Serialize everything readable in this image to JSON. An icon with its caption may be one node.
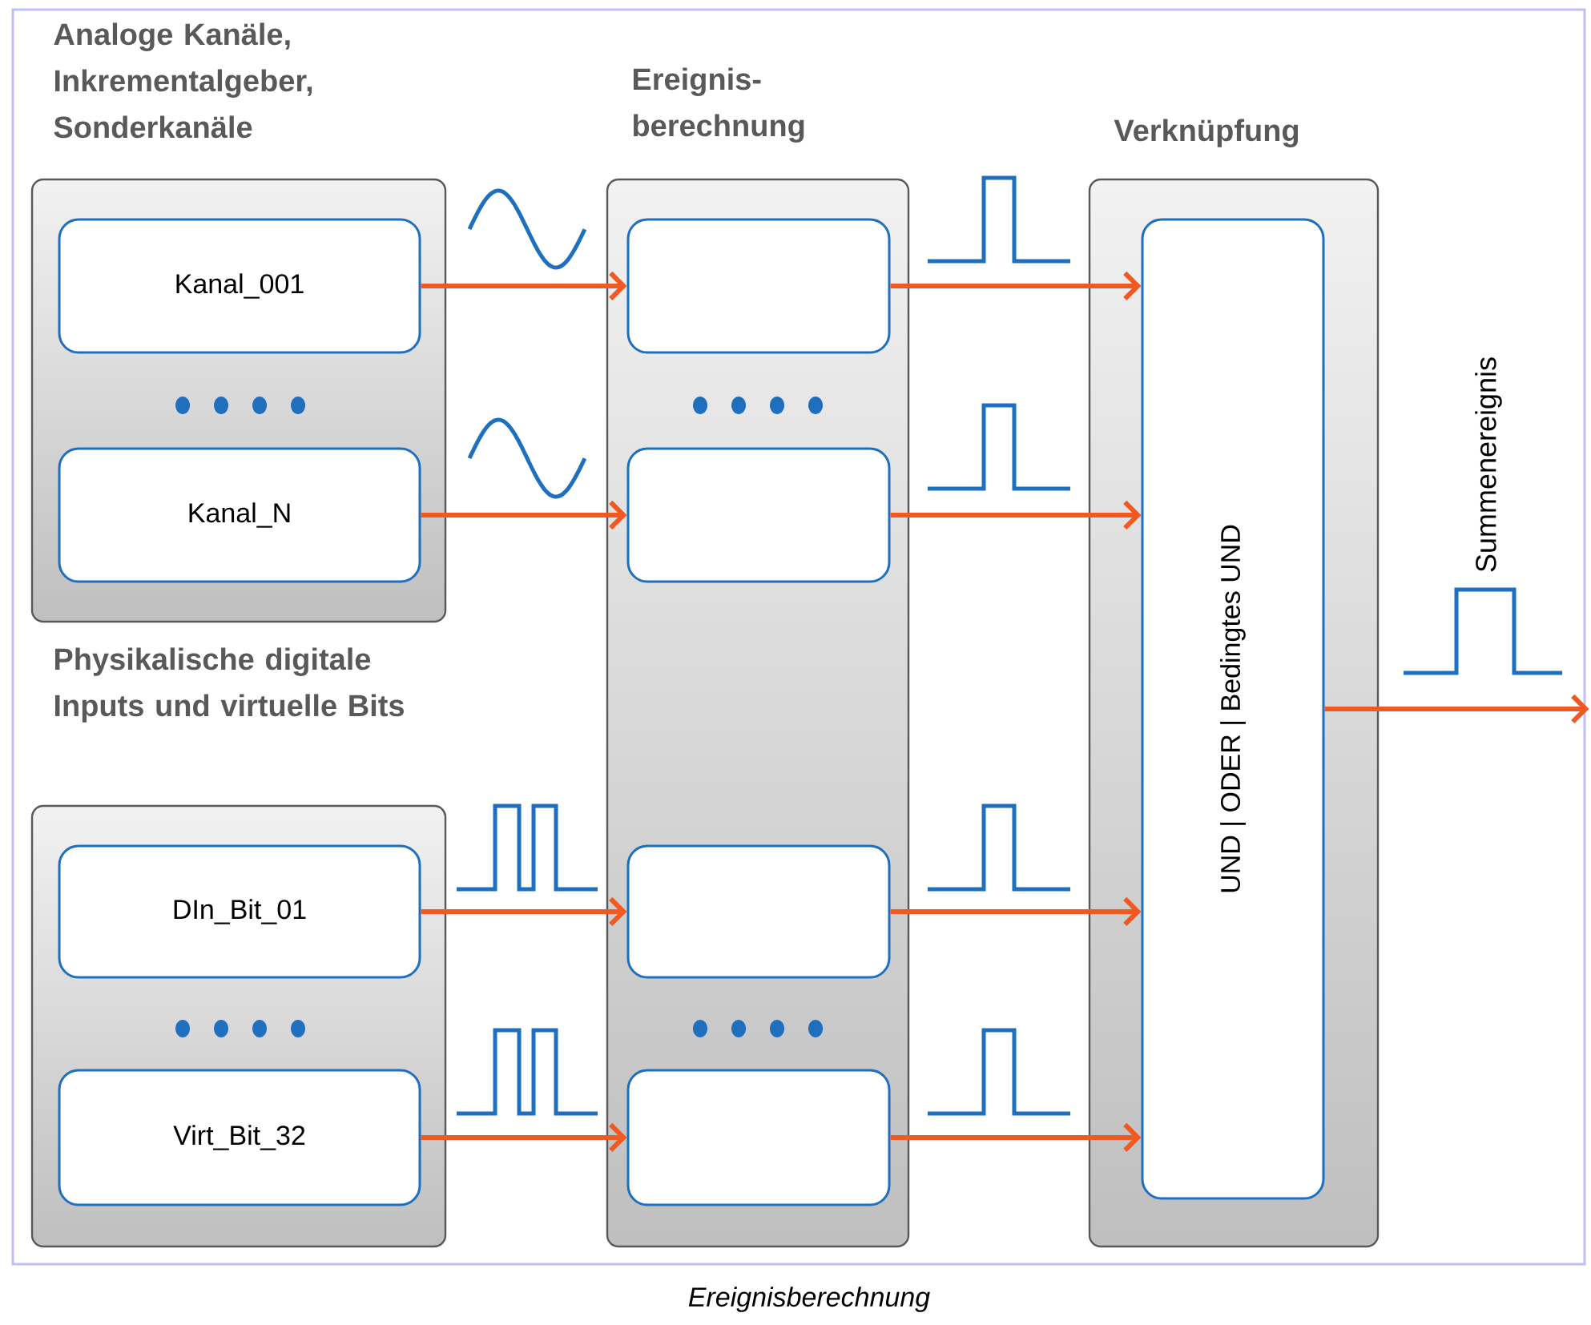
{
  "diagram": {
    "caption": "Ereignisberechnung",
    "nodes": [
      {
        "text": [
          "Analoge Kanäle, Inkrementalgeber, Sonderkanäle"
        ]
      },
      {
        "text": [
          "Kanal_001"
        ],
        "in": 0
      },
      {
        "text": [
          "Kanal_N"
        ],
        "in": 0
      },
      {
        "text": [
          "Physikalische digitale Inputs und virtuelle Bits"
        ]
      },
      {
        "text": [
          "DIn_Bit_01"
        ],
        "in": 3
      },
      {
        "text": [
          "Virt_Bit_32"
        ],
        "in": 3
      },
      {
        "text": [
          "Ereignis- berechnung"
        ]
      },
      {
        "text": [],
        "shape": "box",
        "in": 6
      },
      {
        "text": [],
        "shape": "box",
        "in": 6
      },
      {
        "text": [],
        "shape": "box",
        "in": 6
      },
      {
        "text": [],
        "shape": "box",
        "in": 6
      },
      {
        "text": [
          "Verknüpfung"
        ]
      },
      {
        "text": [
          "UND | ODER | Bedingtes UND"
        ],
        "in": 11
      }
    ],
    "edges": [
      {
        "from": 1,
        "to": 7,
        "arrow": "to"
      },
      {
        "from": 2,
        "to": 8,
        "arrow": "to"
      },
      {
        "from": 4,
        "to": 9,
        "arrow": "to"
      },
      {
        "from": 5,
        "to": 10,
        "arrow": "to"
      },
      {
        "from": 7,
        "to": 12,
        "arrow": "to"
      },
      {
        "from": 8,
        "to": 12,
        "arrow": "to"
      },
      {
        "from": 9,
        "to": 12,
        "arrow": "to"
      },
      {
        "from": 10,
        "to": 12,
        "arrow": "to"
      },
      {
        "from": 12,
        "to": null,
        "arrow": "to"
      }
    ],
    "labels": [
      "Summenereignis"
    ]
  }
}
